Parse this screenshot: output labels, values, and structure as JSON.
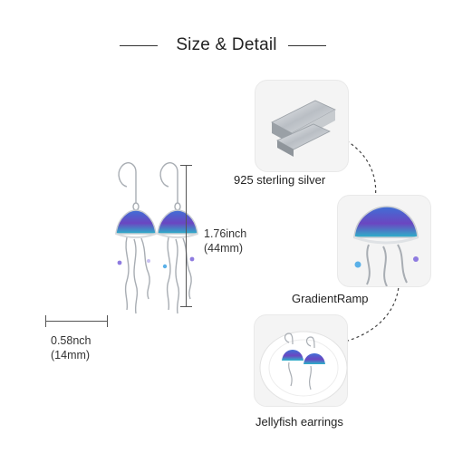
{
  "header": {
    "title": "Size & Detail"
  },
  "measurements": {
    "height_inch": "1.76inch",
    "height_mm": "(44mm)",
    "width_inch": "0.58nch",
    "width_mm": "(14mm)"
  },
  "details": [
    {
      "label": "925 sterling silver",
      "icon": "silver-bars-icon"
    },
    {
      "label": "GradientRamp",
      "icon": "jellyfish-closeup-icon"
    },
    {
      "label": "Jellyfish earrings",
      "icon": "earrings-on-plate-icon"
    }
  ],
  "colors": {
    "jelly_top": "#3f6fd6",
    "jelly_mid": "#6b46c1",
    "jelly_teal": "#2bb3c9",
    "silver": "#c9cdd2",
    "line": "#555555"
  }
}
